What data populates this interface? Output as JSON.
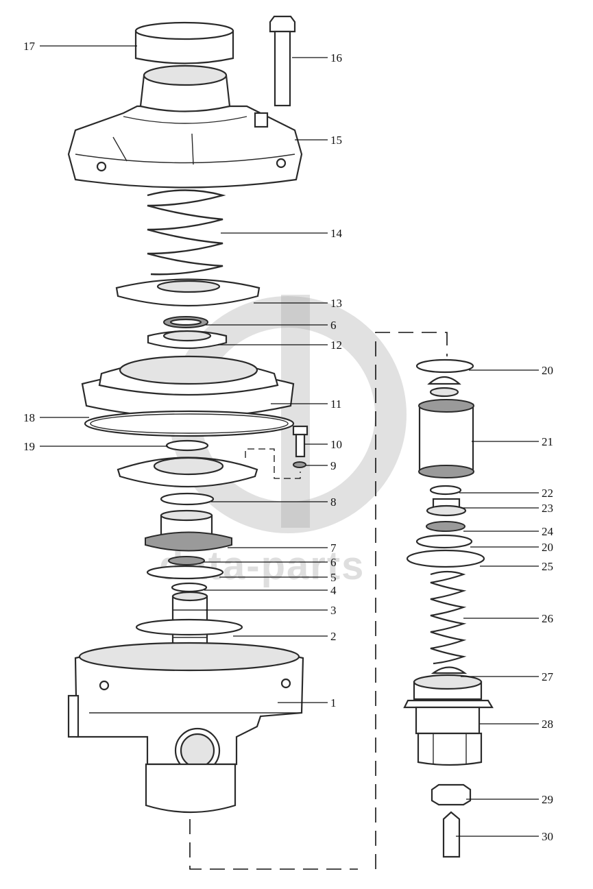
{
  "watermark": {
    "text": "data-parts"
  },
  "labels": [
    {
      "id": "17",
      "text": "17"
    },
    {
      "id": "16",
      "text": "16"
    },
    {
      "id": "15",
      "text": "15"
    },
    {
      "id": "14",
      "text": "14"
    },
    {
      "id": "13",
      "text": "13"
    },
    {
      "id": "6a",
      "text": "6"
    },
    {
      "id": "12",
      "text": "12"
    },
    {
      "id": "11",
      "text": "11"
    },
    {
      "id": "18",
      "text": "18"
    },
    {
      "id": "19",
      "text": "19"
    },
    {
      "id": "10",
      "text": "10"
    },
    {
      "id": "9",
      "text": "9"
    },
    {
      "id": "8",
      "text": "8"
    },
    {
      "id": "7",
      "text": "7"
    },
    {
      "id": "6b",
      "text": "6"
    },
    {
      "id": "5",
      "text": "5"
    },
    {
      "id": "4",
      "text": "4"
    },
    {
      "id": "3",
      "text": "3"
    },
    {
      "id": "2",
      "text": "2"
    },
    {
      "id": "1",
      "text": "1"
    },
    {
      "id": "20a",
      "text": "20"
    },
    {
      "id": "21",
      "text": "21"
    },
    {
      "id": "22",
      "text": "22"
    },
    {
      "id": "23",
      "text": "23"
    },
    {
      "id": "24",
      "text": "24"
    },
    {
      "id": "20b",
      "text": "20"
    },
    {
      "id": "25",
      "text": "25"
    },
    {
      "id": "26",
      "text": "26"
    },
    {
      "id": "27",
      "text": "27"
    },
    {
      "id": "28",
      "text": "28"
    },
    {
      "id": "29",
      "text": "29"
    },
    {
      "id": "30",
      "text": "30"
    }
  ]
}
